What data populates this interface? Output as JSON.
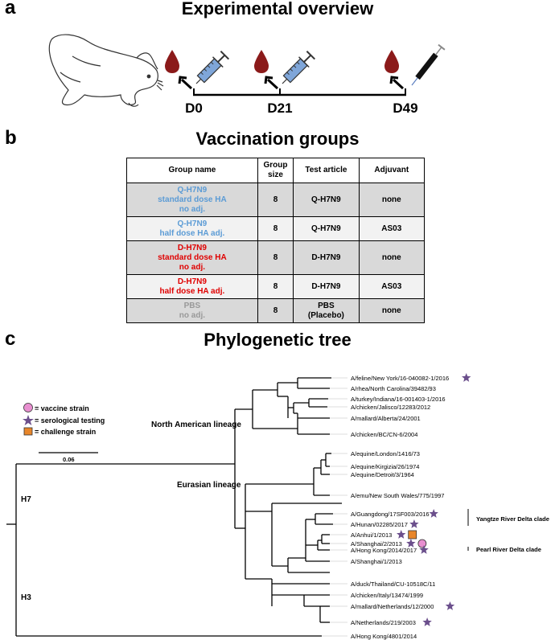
{
  "panel_a": {
    "letter": "a",
    "title": "Experimental overview",
    "timepoints": [
      "D0",
      "D21",
      "D49"
    ]
  },
  "panel_b": {
    "letter": "b",
    "title": "Vaccination groups",
    "headers": [
      "Group name",
      "Group size",
      "Test article",
      "Adjuvant"
    ],
    "rows": [
      {
        "name_lines": [
          "Q-H7N9",
          "standard dose HA",
          "no adj."
        ],
        "size": "8",
        "article": "Q-H7N9",
        "adjuvant": "none",
        "color": "#5b9bd5",
        "shade": "dark"
      },
      {
        "name_lines": [
          "Q-H7N9",
          "half dose HA adj."
        ],
        "size": "8",
        "article": "Q-H7N9",
        "adjuvant": "AS03",
        "color": "#5b9bd5",
        "shade": "light"
      },
      {
        "name_lines": [
          "D-H7N9",
          "standard dose HA",
          "no adj."
        ],
        "size": "8",
        "article": "D-H7N9",
        "adjuvant": "none",
        "color": "#e00000",
        "shade": "dark"
      },
      {
        "name_lines": [
          "D-H7N9",
          "half dose HA adj."
        ],
        "size": "8",
        "article": "D-H7N9",
        "adjuvant": "AS03",
        "color": "#e00000",
        "shade": "light"
      },
      {
        "name_lines": [
          "PBS",
          "no adj."
        ],
        "size": "8",
        "article": "PBS (Placebo)",
        "adjuvant": "none",
        "color": "#999999",
        "shade": "dark"
      }
    ]
  },
  "panel_c": {
    "letter": "c",
    "title": "Phylogenetic tree",
    "legend": {
      "vaccine": "= vaccine strain",
      "serological": "= serological testing",
      "challenge": "= challenge strain",
      "scale": "0.06"
    },
    "clade_labels": {
      "north_american": "North American lineage",
      "eurasian": "Eurasian lineage",
      "h7": "H7",
      "h3": "H3",
      "yangtze": "Yangtze River Delta clade",
      "pearl": "Pearl River Delta clade"
    },
    "taxa": [
      {
        "name": "A/feline/New York/16-040082-1/2016",
        "star": true
      },
      {
        "name": "A/rhea/North Carolina/39482/93"
      },
      {
        "name": "A/turkey/Indiana/16-001403-1/2016"
      },
      {
        "name": "A/chicken/Jalisco/12283/2012"
      },
      {
        "name": "A/mallard/Alberta/24/2001"
      },
      {
        "name": "A/chicken/BC/CN-6/2004"
      },
      {
        "name": "A/equine/London/1416/73"
      },
      {
        "name": "A/equine/Kirgizia/26/1974"
      },
      {
        "name": "A/equine/Detroit/3/1964"
      },
      {
        "name": "A/emu/New South Wales/775/1997"
      },
      {
        "name": "A/Guangdong/17SF003/2016",
        "star": true
      },
      {
        "name": "A/Hunan/02285/2017",
        "star": true
      },
      {
        "name": "A/Anhui/1/2013",
        "star": true,
        "challenge": true
      },
      {
        "name": "A/Shanghai/2/2013",
        "star": true,
        "vaccine": true
      },
      {
        "name": "A/Hong Kong/2014/2017",
        "star": true
      },
      {
        "name": "A/Shanghai/1/2013"
      },
      {
        "name": "A/duck/Thailand/CU-10518C/11"
      },
      {
        "name": "A/chicken/Italy/13474/1999"
      },
      {
        "name": "A/mallard/Netherlands/12/2000",
        "star": true
      },
      {
        "name": "A/Netherlands/219/2003",
        "star": true
      },
      {
        "name": "A/Hong Kong/4801/2014"
      }
    ]
  },
  "colors": {
    "blood": "#8b1a1a",
    "syringe": "#7fa6d9",
    "star": "#6b4f8c",
    "vaccine_circle": "#e88fd0",
    "challenge_square": "#e8862a",
    "table_dark": "#d9d9d9",
    "table_light": "#f2f2f2"
  }
}
